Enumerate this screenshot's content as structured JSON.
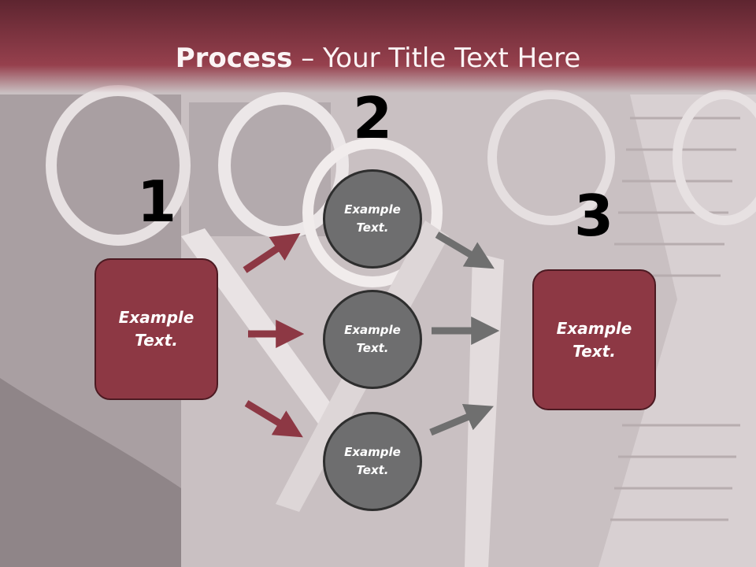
{
  "title": {
    "bold": "Process",
    "rest": " – Your Title Text Here"
  },
  "steps": {
    "one": "1",
    "two": "2",
    "three": "3"
  },
  "left_box": {
    "label": "Example Text."
  },
  "right_box": {
    "label": "Example Text."
  },
  "circles": [
    {
      "label": "Example Text."
    },
    {
      "label": "Example Text."
    },
    {
      "label": "Example Text."
    }
  ],
  "colors": {
    "accent": "#8d3844",
    "circle": "#6e6e6f",
    "arrow_red": "#8d3844",
    "arrow_gray": "#6f6f6f"
  }
}
